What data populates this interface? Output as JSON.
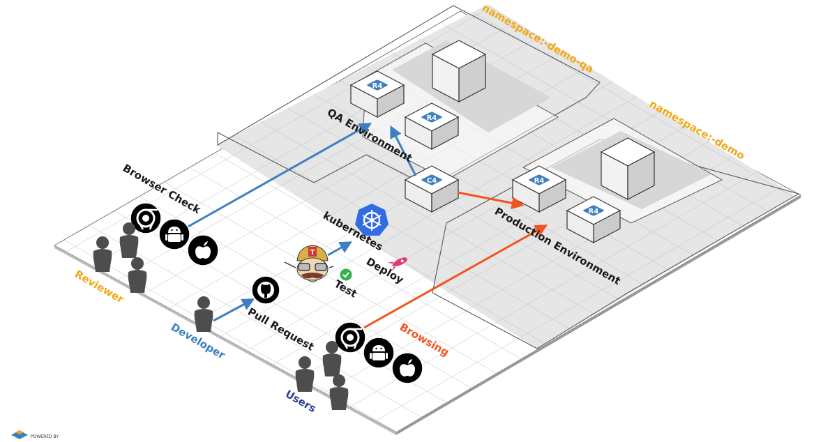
{
  "namespaces": {
    "qa": "namespace:-demo-qa",
    "prod": "namespace:-demo"
  },
  "environments": {
    "qa": "QA Environment",
    "production": "Production Environment"
  },
  "nodes": {
    "qa_node_1": "R4",
    "qa_node_2": "R4",
    "controller": "C4",
    "prod_node_1": "R4",
    "prod_node_2": "R4"
  },
  "steps": {
    "browser_check": "Browser Check",
    "kubernetes": "kubernetes",
    "deploy": "Deploy",
    "test": "Test",
    "pull_request": "Pull Request",
    "browsing": "Browsing"
  },
  "roles": {
    "reviewer": "Reviewer",
    "developer": "Developer",
    "users": "Users"
  },
  "footer": {
    "powered_by": "POWERED BY"
  },
  "colors": {
    "blue": "#3d7fc1",
    "orange": "#f2531f",
    "yellow": "#f0a818",
    "users_navy": "#2f3f8f",
    "grey_person": "#4d4d4d",
    "chip_blue": "#3d7fc1",
    "grid_fill": "#e6e6e6"
  },
  "icons": [
    "chrome-icon",
    "android-icon",
    "apple-icon",
    "github-icon",
    "kubernetes-icon",
    "jenkins-icon",
    "check-icon",
    "rocket-icon",
    "person-icon"
  ]
}
